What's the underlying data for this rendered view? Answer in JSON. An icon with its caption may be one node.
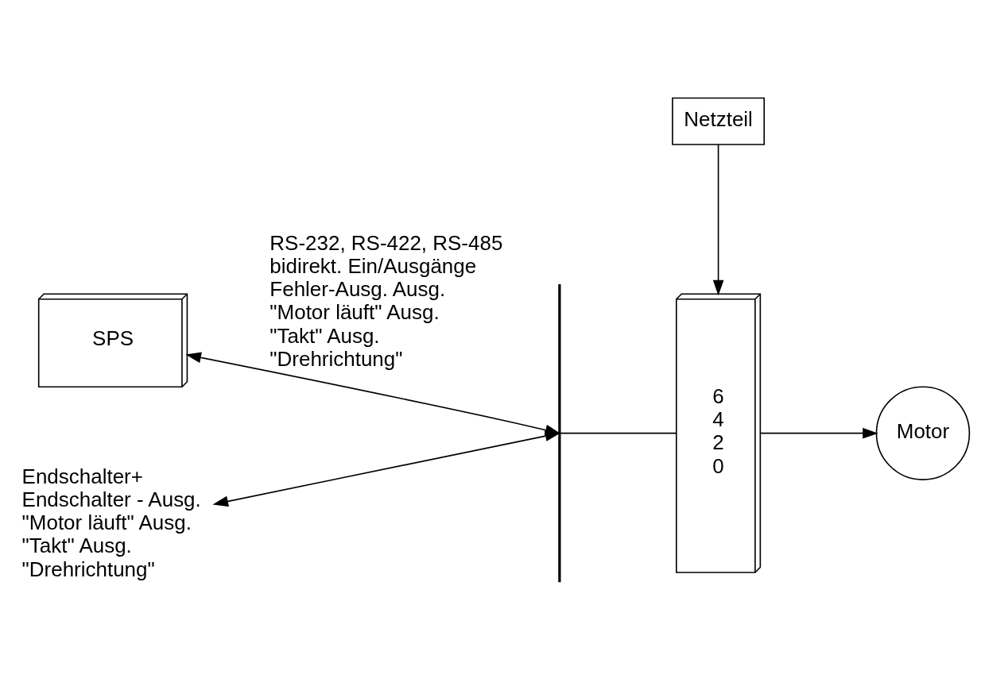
{
  "diagram": {
    "nodes": [
      {
        "text": [
          "SPS"
        ]
      },
      {
        "text": [],
        "shape": "bar"
      },
      {
        "text": [
          "6 4 2 0"
        ]
      },
      {
        "text": [
          "Motor"
        ]
      },
      {
        "text": [
          "Endschalter+ Endschalter - Ausg. \"Motor läuft\" Ausg. \"Takt\" Ausg. \"Drehrichtung\""
        ]
      },
      {
        "text": [
          "Netzteil"
        ]
      }
    ],
    "edges": [
      {
        "from": 0,
        "to": 1,
        "arrow": "both",
        "label": "RS-232, RS-422, RS-485 bidirekt. Ein/Ausgänge Fehler-Ausg. Ausg. \"Motor läuft\" Ausg. \"Takt\" Ausg. \"Drehrichtung\""
      },
      {
        "from": 4,
        "to": 1,
        "arrow": "both"
      },
      {
        "from": 1,
        "to": 2,
        "arrow": "none"
      },
      {
        "from": 2,
        "to": 3,
        "arrow": "to"
      },
      {
        "from": 5,
        "to": 2,
        "arrow": "to"
      }
    ]
  }
}
